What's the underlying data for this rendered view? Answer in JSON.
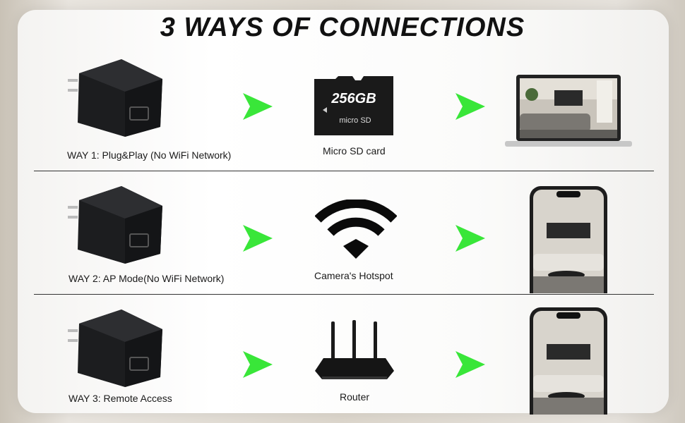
{
  "title": "3 WAYS OF CONNECTIONS",
  "rows": [
    {
      "way_label": "WAY 1: Plug&Play (No WiFi Network)",
      "middle_label": "Micro SD card",
      "sd_capacity": "256GB",
      "sd_brand": "micro SD"
    },
    {
      "way_label": "WAY 2: AP Mode(No WiFi Network)",
      "middle_label": "Camera's Hotspot"
    },
    {
      "way_label": "WAY 3: Remote Access",
      "middle_label": "Router"
    }
  ],
  "colors": {
    "arrow": "#39e639",
    "device": "#1c1d1f"
  }
}
